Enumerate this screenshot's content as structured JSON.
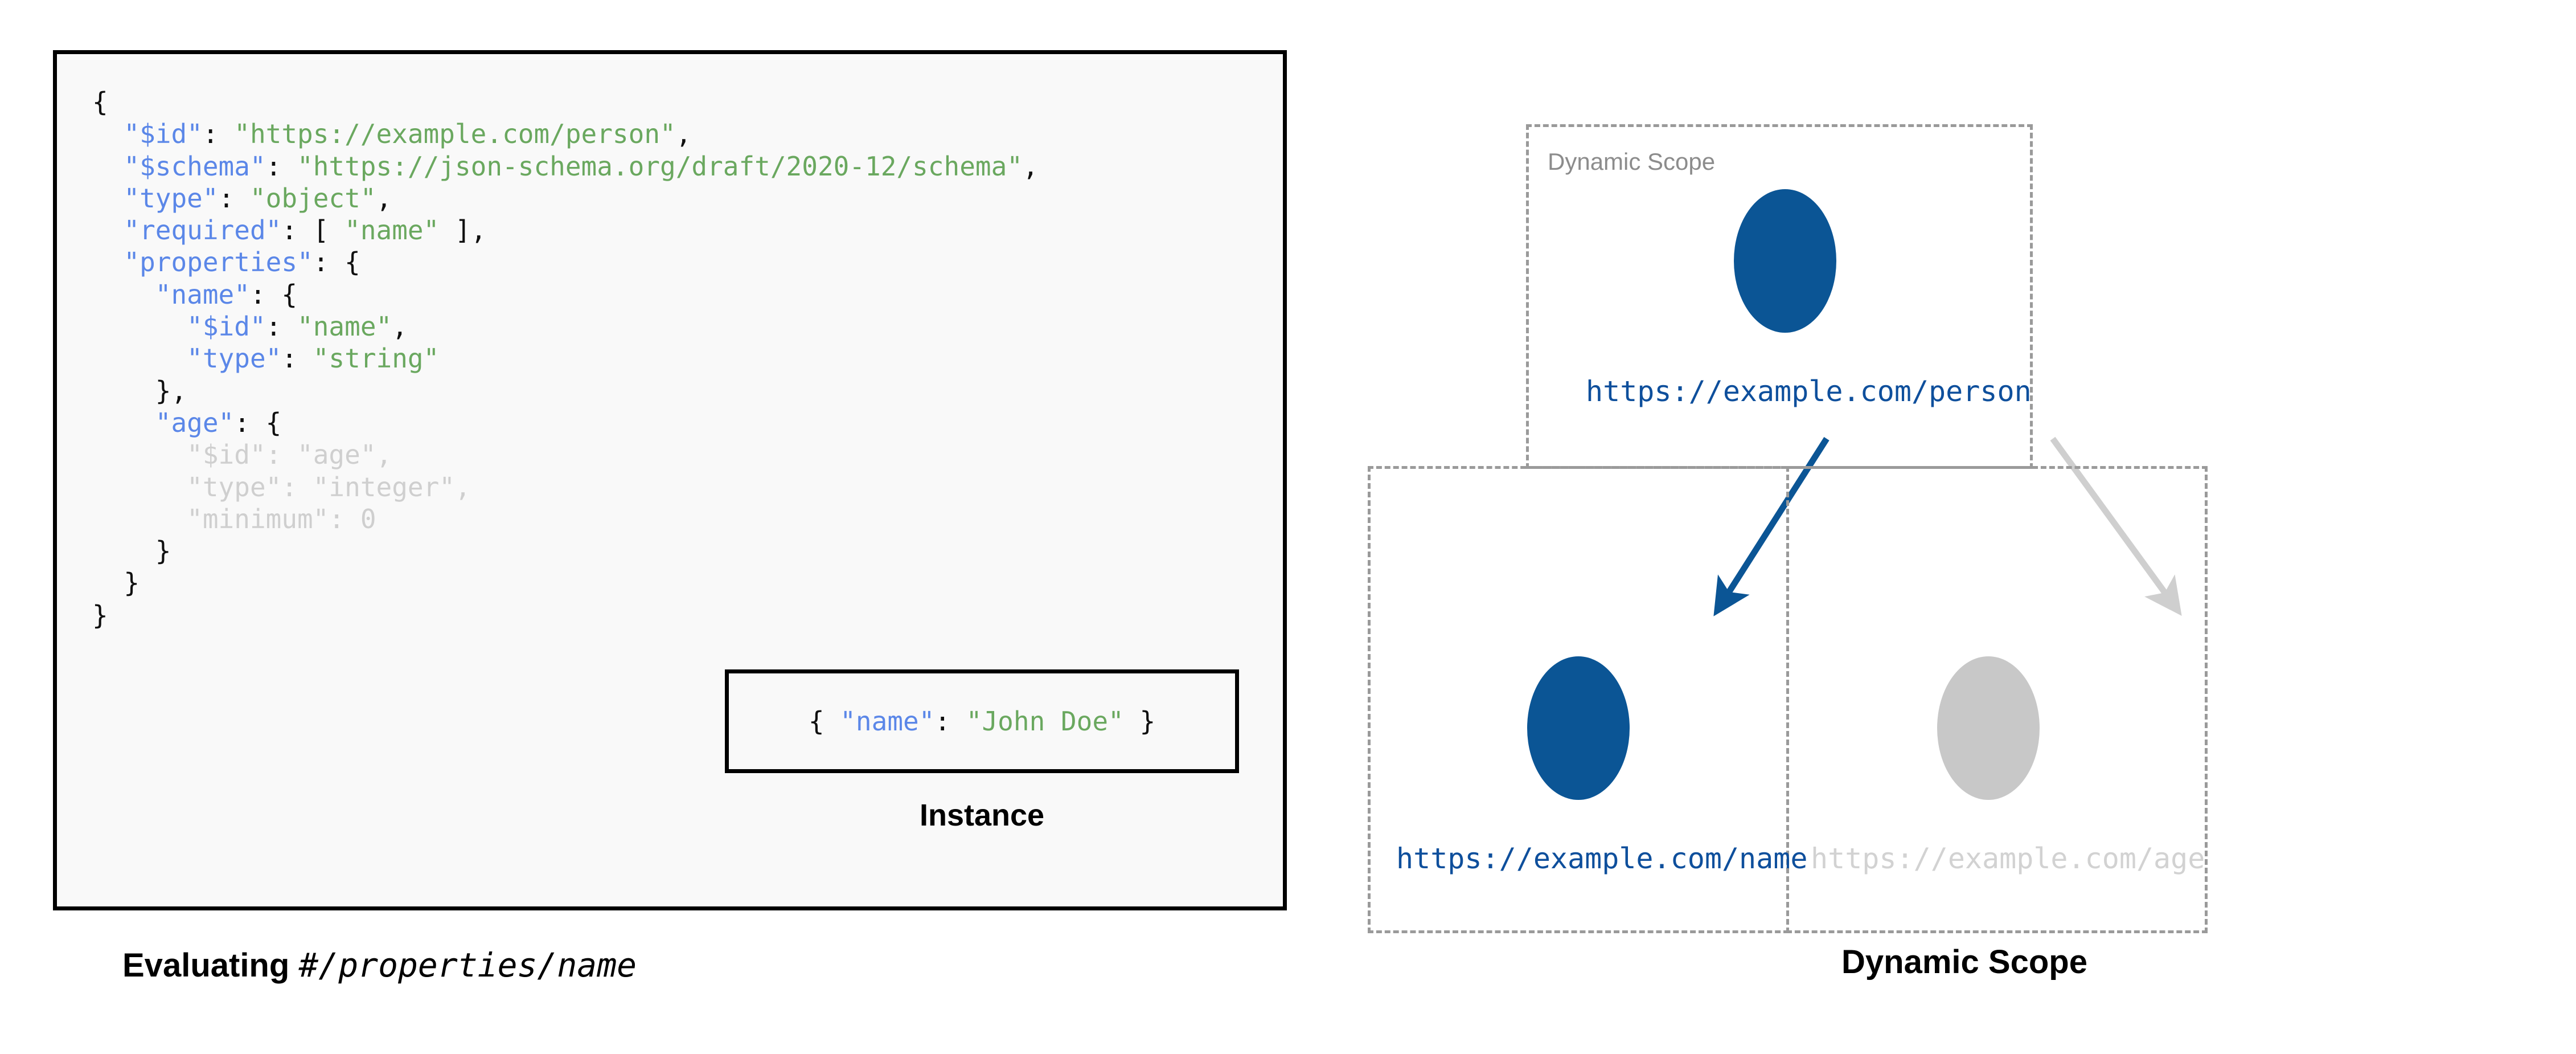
{
  "figure": {
    "left_caption_bold": "Evaluating ",
    "left_caption_mono": "#/properties/name",
    "right_caption": "Dynamic Scope"
  },
  "colors": {
    "key_blue": "#5b87e8",
    "value_green": "#6aa85f",
    "dimmed_grey": "#cfcfcf",
    "node_blue": "#0b5595",
    "node_grey": "#c8c8c8",
    "label_blue": "#0e4f9c",
    "label_grey": "#d2d2d2",
    "scope_border_grey": "#9a9a9a",
    "panel_bg": "#f9f9f9",
    "panel_border": "#000000"
  },
  "schema_code": {
    "lines": [
      {
        "indent": 0,
        "segments": [
          {
            "t": "{",
            "c": "p"
          }
        ]
      },
      {
        "indent": 1,
        "segments": [
          {
            "t": "\"$id\"",
            "c": "k"
          },
          {
            "t": ": ",
            "c": "p"
          },
          {
            "t": "\"https://example.com/person\"",
            "c": "v"
          },
          {
            "t": ",",
            "c": "p"
          }
        ]
      },
      {
        "indent": 1,
        "segments": [
          {
            "t": "\"$schema\"",
            "c": "k"
          },
          {
            "t": ": ",
            "c": "p"
          },
          {
            "t": "\"https://json-schema.org/draft/2020-12/schema\"",
            "c": "v"
          },
          {
            "t": ",",
            "c": "p"
          }
        ]
      },
      {
        "indent": 1,
        "segments": [
          {
            "t": "\"type\"",
            "c": "k"
          },
          {
            "t": ": ",
            "c": "p"
          },
          {
            "t": "\"object\"",
            "c": "v"
          },
          {
            "t": ",",
            "c": "p"
          }
        ]
      },
      {
        "indent": 1,
        "segments": [
          {
            "t": "\"required\"",
            "c": "k"
          },
          {
            "t": ": [ ",
            "c": "p"
          },
          {
            "t": "\"name\"",
            "c": "v"
          },
          {
            "t": " ],",
            "c": "p"
          }
        ]
      },
      {
        "indent": 1,
        "segments": [
          {
            "t": "\"properties\"",
            "c": "k"
          },
          {
            "t": ": {",
            "c": "p"
          }
        ]
      },
      {
        "indent": 2,
        "segments": [
          {
            "t": "\"name\"",
            "c": "k"
          },
          {
            "t": ": {",
            "c": "p"
          }
        ]
      },
      {
        "indent": 3,
        "segments": [
          {
            "t": "\"$id\"",
            "c": "k"
          },
          {
            "t": ": ",
            "c": "p"
          },
          {
            "t": "\"name\"",
            "c": "v"
          },
          {
            "t": ",",
            "c": "p"
          }
        ]
      },
      {
        "indent": 3,
        "segments": [
          {
            "t": "\"type\"",
            "c": "k"
          },
          {
            "t": ": ",
            "c": "p"
          },
          {
            "t": "\"string\"",
            "c": "v"
          }
        ]
      },
      {
        "indent": 2,
        "segments": [
          {
            "t": "},",
            "c": "p"
          }
        ]
      },
      {
        "indent": 2,
        "segments": [
          {
            "t": "\"age\"",
            "c": "k"
          },
          {
            "t": ": {",
            "c": "p"
          }
        ]
      },
      {
        "indent": 3,
        "segments": [
          {
            "t": "\"$id\"",
            "c": "dim-k"
          },
          {
            "t": ": ",
            "c": "dim-p"
          },
          {
            "t": "\"age\"",
            "c": "dim-v"
          },
          {
            "t": ",",
            "c": "dim-p"
          }
        ]
      },
      {
        "indent": 3,
        "segments": [
          {
            "t": "\"type\"",
            "c": "dim-k"
          },
          {
            "t": ": ",
            "c": "dim-p"
          },
          {
            "t": "\"integer\"",
            "c": "dim-v"
          },
          {
            "t": ",",
            "c": "dim-p"
          }
        ]
      },
      {
        "indent": 3,
        "segments": [
          {
            "t": "\"minimum\"",
            "c": "dim-k"
          },
          {
            "t": ": ",
            "c": "dim-p"
          },
          {
            "t": "0",
            "c": "dim-v"
          }
        ]
      },
      {
        "indent": 2,
        "segments": [
          {
            "t": "}",
            "c": "p"
          }
        ]
      },
      {
        "indent": 1,
        "segments": [
          {
            "t": "}",
            "c": "p"
          }
        ]
      },
      {
        "indent": 0,
        "segments": [
          {
            "t": "}",
            "c": "p"
          }
        ]
      }
    ]
  },
  "instance": {
    "caption": "Instance",
    "segments": [
      {
        "t": "{ ",
        "c": "p"
      },
      {
        "t": "\"name\"",
        "c": "k"
      },
      {
        "t": ": ",
        "c": "p"
      },
      {
        "t": "\"John Doe\"",
        "c": "v"
      },
      {
        "t": " }",
        "c": "p"
      }
    ]
  },
  "diagram": {
    "scope_label": "Dynamic Scope",
    "nodes": [
      {
        "id": "person",
        "label": "https://example.com/person",
        "state": "active"
      },
      {
        "id": "name",
        "label": "https://example.com/name",
        "state": "active"
      },
      {
        "id": "age",
        "label": "https://example.com/age",
        "state": "dimmed"
      }
    ],
    "edges": [
      {
        "from": "person",
        "to": "name",
        "state": "active"
      },
      {
        "from": "person",
        "to": "age",
        "state": "dimmed"
      }
    ]
  }
}
